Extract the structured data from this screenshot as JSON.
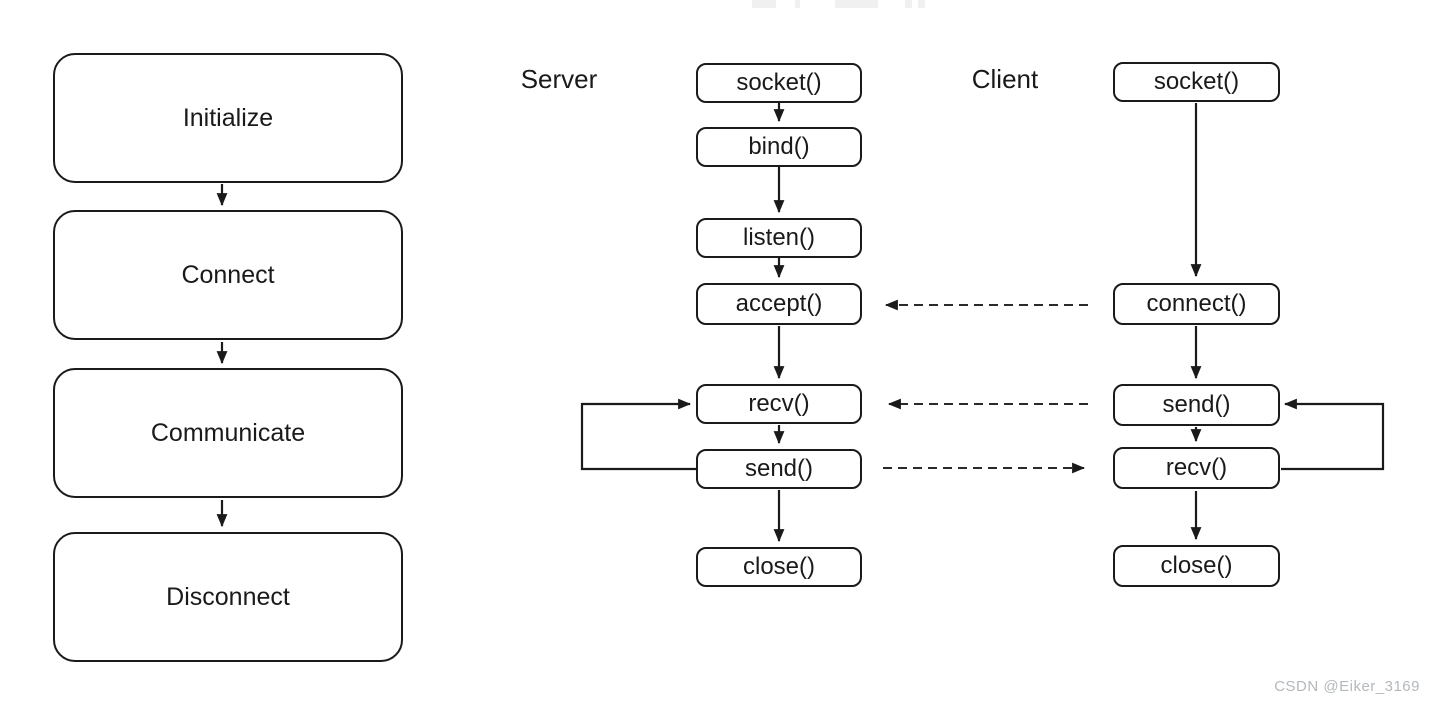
{
  "diagram": {
    "left_flow": {
      "stages": [
        "Initialize",
        "Connect",
        "Communicate",
        "Disconnect"
      ]
    },
    "server": {
      "label": "Server",
      "steps": [
        "socket()",
        "bind()",
        "listen()",
        "accept()",
        "recv()",
        "send()",
        "close()"
      ]
    },
    "client": {
      "label": "Client",
      "steps": [
        "socket()",
        "connect()",
        "send()",
        "recv()",
        "close()"
      ]
    },
    "edges": {
      "dashed": [
        {
          "from": "client connect()",
          "to": "server accept()"
        },
        {
          "from": "client send()",
          "to": "server recv()"
        },
        {
          "from": "server send()",
          "to": "client recv()"
        }
      ],
      "loops": [
        {
          "side": "server",
          "from": "send()",
          "back_to": "recv()"
        },
        {
          "side": "client",
          "from": "recv()",
          "back_to": "send()"
        }
      ]
    }
  },
  "watermark": {
    "text": "CSDN @Eiker_3169"
  },
  "colors": {
    "line": "#1a1a1a",
    "box_border": "#1a1a1a",
    "background": "#ffffff",
    "watermark": "#b4b8bc"
  }
}
